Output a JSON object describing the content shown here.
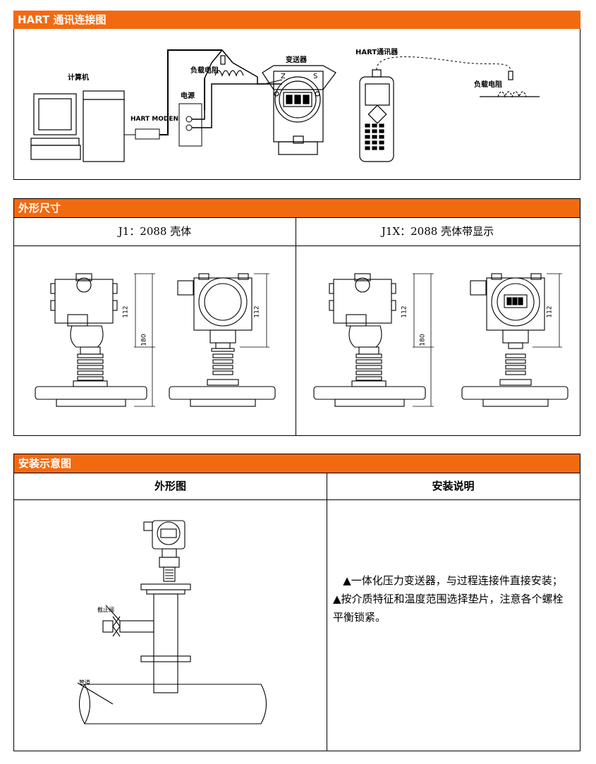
{
  "hart": {
    "title": "HART 通讯连接图",
    "computer_label": "计算机",
    "modem_label": "HART MODEN",
    "resistor_label": "负载电阻",
    "power_label": "电源",
    "transmitter_label": "变送器",
    "terminal_z": "Z",
    "terminal_s": "S",
    "communicator_label": "HART通讯器",
    "resistor2_label": "负载电阻"
  },
  "dims": {
    "title": "外形尺寸",
    "col1_header": "J1：2088 壳体",
    "col2_header": "J1X：2088 壳体带显示",
    "dim_112": "112",
    "dim_180": "180"
  },
  "install": {
    "title": "安装示意图",
    "col1_header": "外形图",
    "col2_header": "安装说明",
    "valve_label": "截止阀",
    "pipe_label": "管道",
    "instruction_1": "▲一体化压力变送器，与过程连接件直接安装；",
    "instruction_2": "▲按介质特征和温度范围选择垫片，注意各个螺栓平衡锁紧。"
  }
}
